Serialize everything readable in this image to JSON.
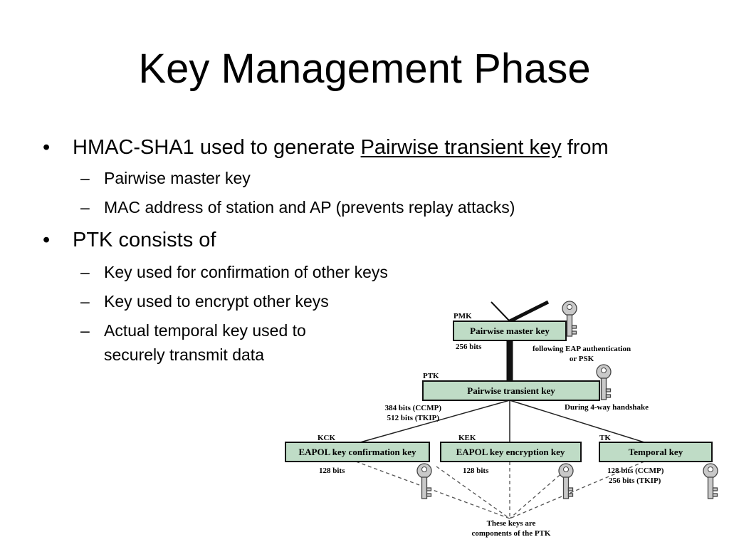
{
  "slide": {
    "title": "Key Management Phase",
    "bullets": [
      {
        "marker": "•",
        "text_before": "HMAC-SHA1 used to generate ",
        "text_underlined": "Pairwise transient key",
        "text_after": " from",
        "subitems": [
          "Pairwise master key",
          "MAC address of station and AP (prevents replay attacks)"
        ]
      },
      {
        "marker": "•",
        "text": "PTK consists of",
        "subitems": [
          "Key used for confirmation of other keys",
          "Key used to encrypt other keys",
          "Actual temporal key used to",
          "securely transmit data"
        ]
      }
    ],
    "dash": "–"
  },
  "diagram": {
    "pmk": {
      "tag": "PMK",
      "label": "Pairwise master key",
      "size": "256 bits",
      "note_line1": "following EAP authentication",
      "note_line2": "or PSK"
    },
    "ptk": {
      "tag": "PTK",
      "label": "Pairwise transient key",
      "size_line1": "384 bits (CCMP)",
      "size_line2": "512 bits (TKIP)",
      "note": "During 4-way handshake"
    },
    "kck": {
      "tag": "KCK",
      "label": "EAPOL key confirmation key",
      "size": "128 bits"
    },
    "kek": {
      "tag": "KEK",
      "label": "EAPOL key encryption key",
      "size": "128 bits"
    },
    "tk": {
      "tag": "TK",
      "label": "Temporal key",
      "size_line1": "128 bits (CCMP)",
      "size_line2": "256 bits (TKIP)"
    },
    "footer_line1": "These keys are",
    "footer_line2": "components of the PTK",
    "colors": {
      "box_fill": "#bfdcc6",
      "key_fill": "#c9c9c9"
    },
    "key_icon": "key-icon"
  }
}
